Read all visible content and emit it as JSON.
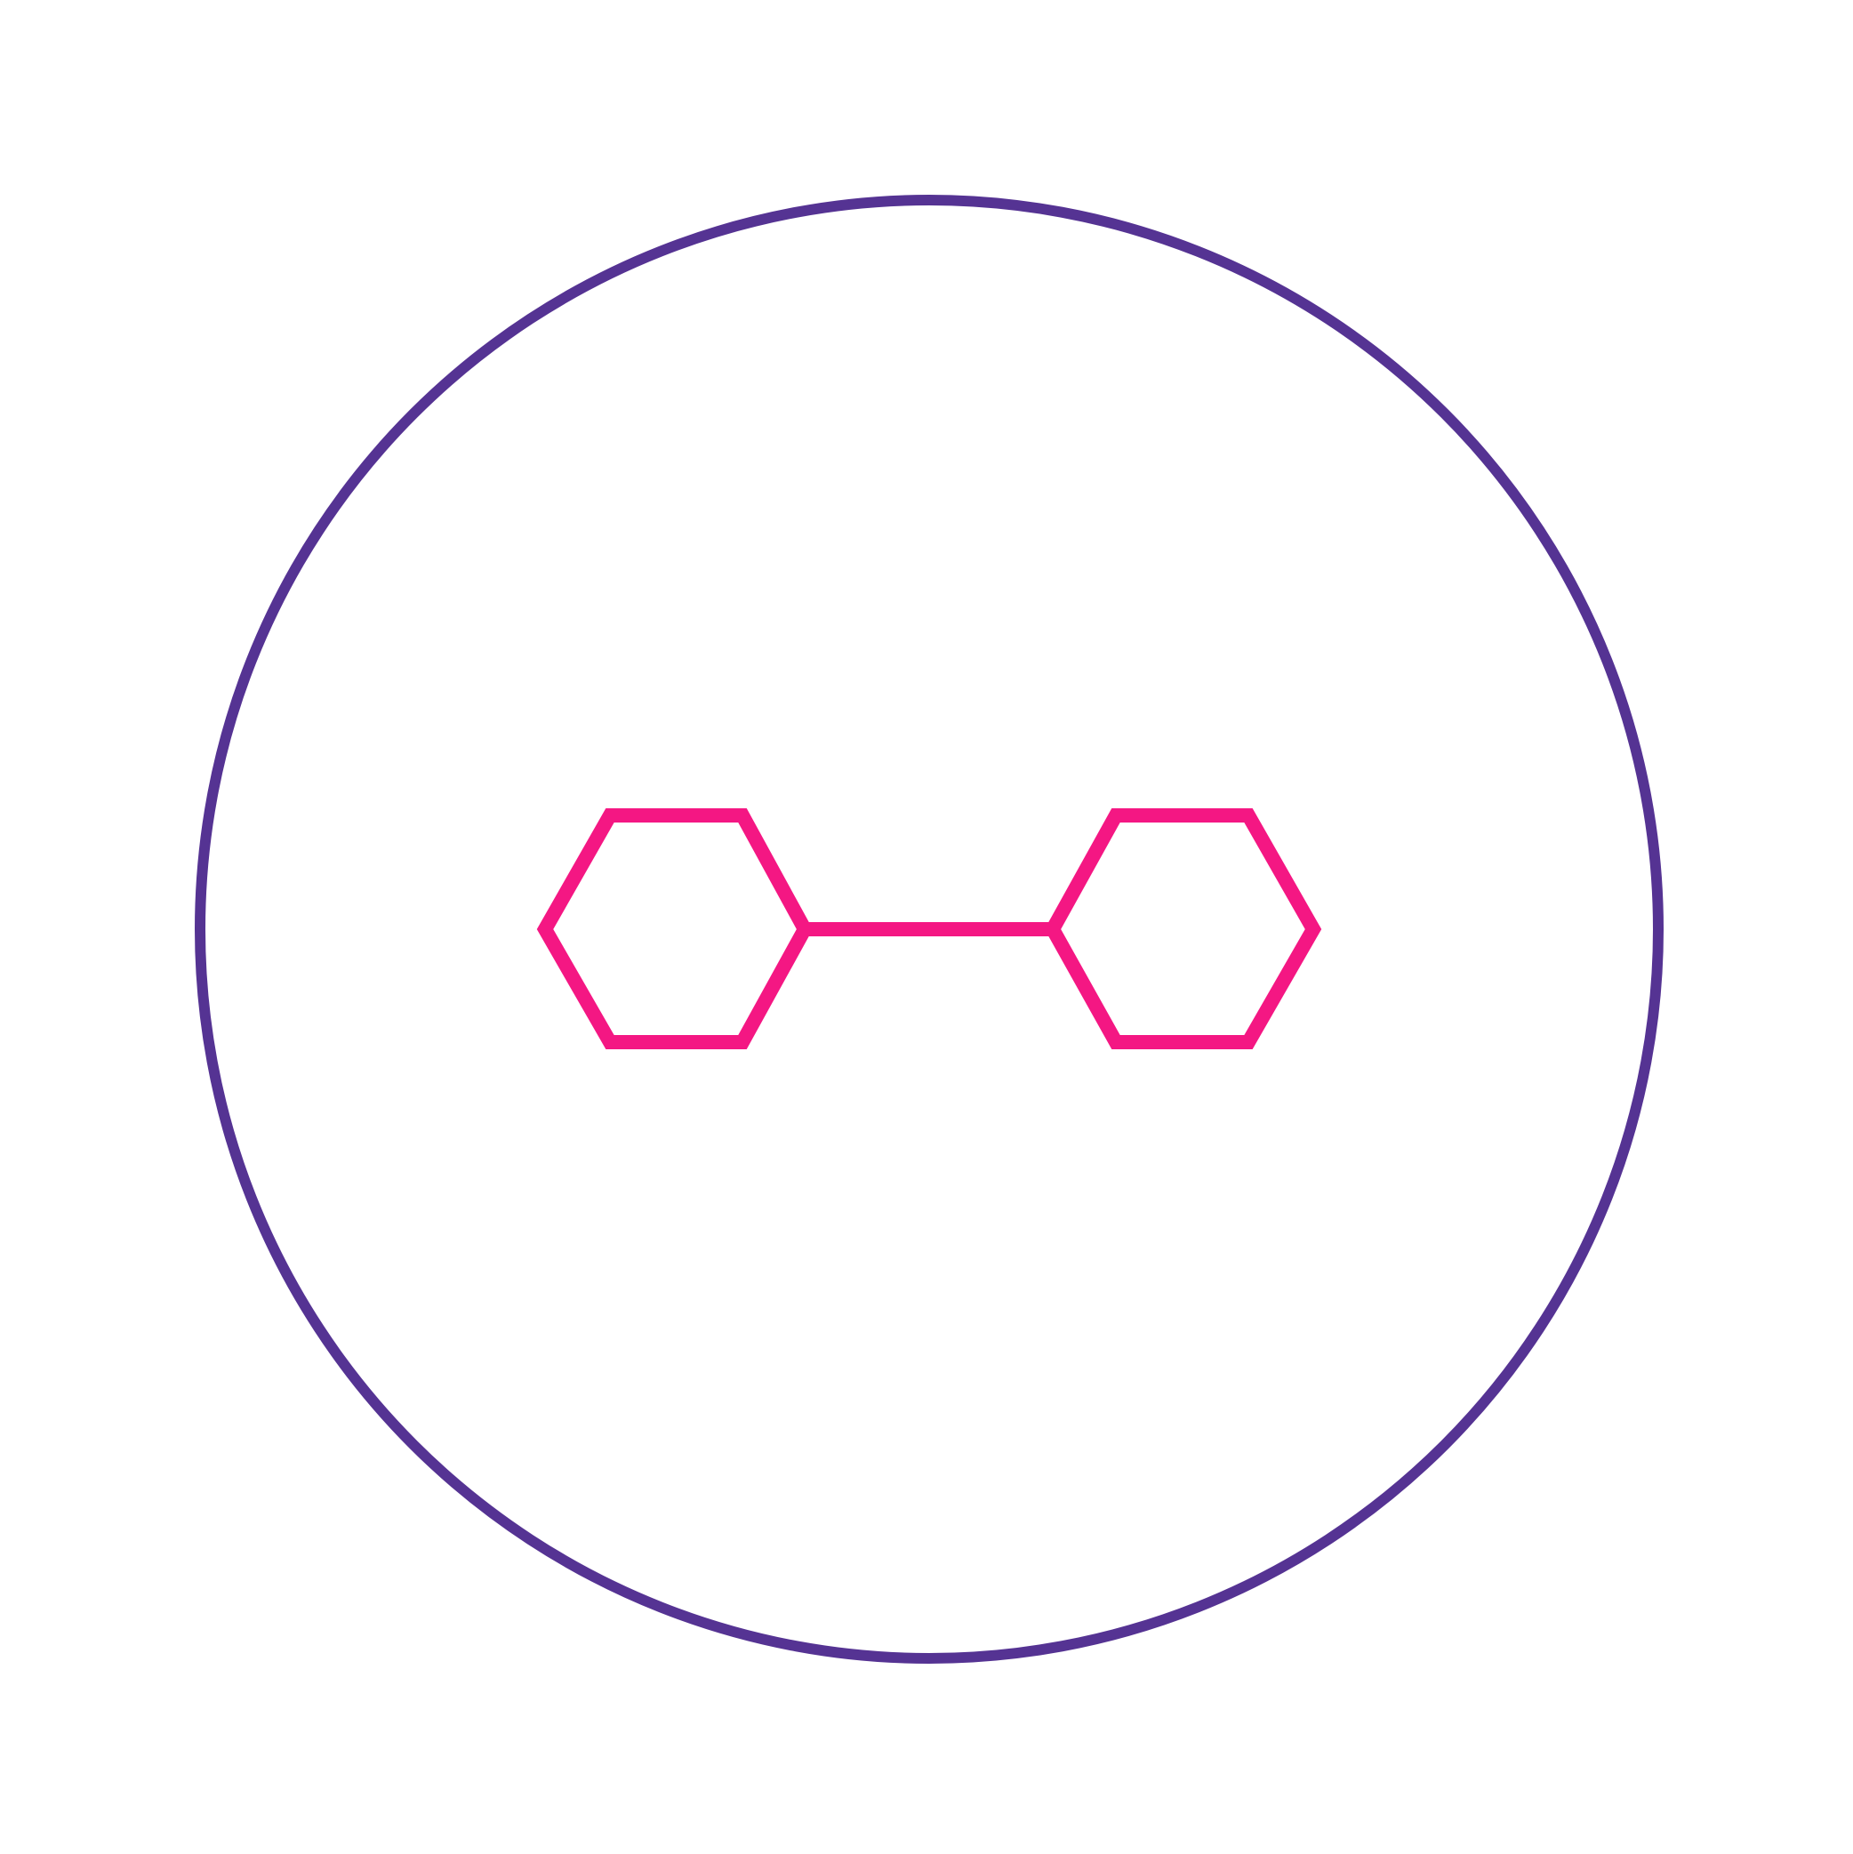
{
  "icon": "molecule-biphenyl-icon",
  "colors": {
    "background": "#ffffff",
    "circle": "#553393",
    "molecule": "#f41783"
  },
  "structure": {
    "rings": [
      "left-hexagon-ring",
      "right-hexagon-ring"
    ],
    "bonds": [
      "central-bond"
    ],
    "enclosure": "outer-circle"
  }
}
